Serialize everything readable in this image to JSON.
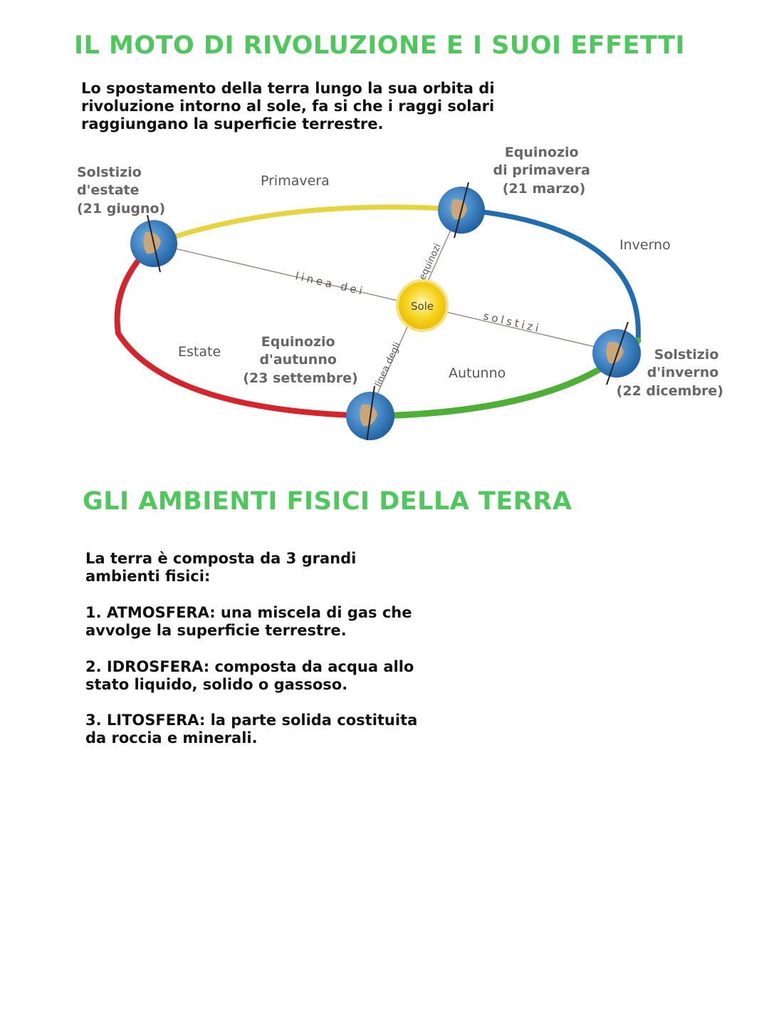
{
  "section1": {
    "title": "IL MOTO DI RIVOLUZIONE E I SUOI EFFETTI",
    "intro_lines": [
      "Lo spostamento della terra lungo la sua orbita di",
      "rivoluzione intorno al sole, fa si che i raggi solari",
      "raggiungano la superficie terrestre."
    ]
  },
  "diagram": {
    "sun_label": "Sole",
    "solstice_summer": [
      "Solstizio",
      "d'estate",
      "(21 giugno)"
    ],
    "equinox_spring": [
      "Equinozio",
      "di primavera",
      "(21 marzo)"
    ],
    "solstice_winter": [
      "Solstizio",
      "d'inverno",
      "(22 dicembre)"
    ],
    "equinox_autumn": [
      "Equinozio",
      "d'autunno",
      "(23 settembre)"
    ],
    "season_primavera": "Primavera",
    "season_inverno": "Inverno",
    "season_estate": "Estate",
    "season_autunno": "Autunno",
    "line_solstizi_left": "linea dei",
    "line_solstizi_right": "solstizi",
    "line_equinozi_top": "equinozi",
    "line_equinozi_bottom": "linea degli",
    "colors": {
      "primavera": "#e8d33a",
      "inverno": "#1f6eb4",
      "autunno": "#4cb034",
      "estate": "#d7242a",
      "sun": "#f6d21a",
      "earth": "#2f78c2"
    }
  },
  "section2": {
    "title": "GLI AMBIENTI FISICI DELLA TERRA",
    "composition_lines": [
      "La terra è composta da 3 grandi",
      "ambienti fisici:"
    ],
    "items": [
      {
        "lines": [
          "1. ATMOSFERA: una miscela di gas che",
          "avvolge la superficie terrestre."
        ]
      },
      {
        "lines": [
          "2. IDROSFERA: composta da acqua allo",
          "stato liquido, solido o gassoso."
        ]
      },
      {
        "lines": [
          "3. LITOSFERA: la parte solida costituita",
          "da roccia e minerali."
        ]
      }
    ]
  }
}
